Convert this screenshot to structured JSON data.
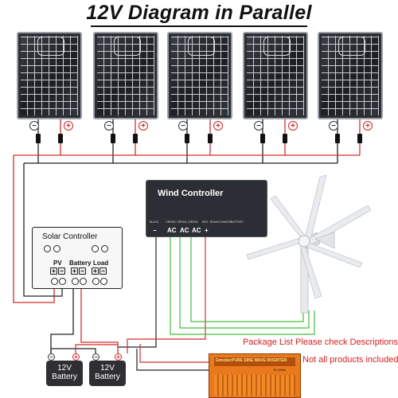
{
  "title": "12V Diagram in Parallel",
  "solar_panels": {
    "count": 5,
    "negative_symbol": "−",
    "positive_symbol": "+"
  },
  "wind_controller": {
    "title": "Wind Controller",
    "terminal_labels": [
      "BLACK",
      "GREEN",
      "GREEN",
      "GREEN",
      "RED",
      "BRAKE",
      "CHARGE",
      "BATTERY"
    ],
    "phase_labels": [
      "AC",
      "AC",
      "AC"
    ],
    "negative_symbol": "−",
    "positive_symbol": "+"
  },
  "solar_controller": {
    "title": "Solar Controller",
    "groups": [
      "PV",
      "Battery",
      "Load"
    ],
    "terminal_symbols": [
      "+",
      "−",
      "+",
      "−",
      "+",
      "−"
    ]
  },
  "batteries": [
    {
      "line1": "12V",
      "line2": "Battery"
    },
    {
      "line1": "12V",
      "line2": "Battery"
    }
  ],
  "battery_terminals": {
    "negative": "−",
    "positive": "+"
  },
  "inverter": {
    "brand": "Gmcitec",
    "label": "PURE SINE WAVE INVERTER",
    "rating": "1K Watts"
  },
  "notes": {
    "line1": "Package List Please check Descriptions",
    "line2": "Not all products included"
  },
  "colors": {
    "positive_wire": "#d32f2f",
    "negative_wire": "#222222",
    "ac_wire": "#3fbf3f",
    "controller_body": "#2b2e34",
    "inverter_body": "#e8791c",
    "note_text": "#d81e1e"
  }
}
